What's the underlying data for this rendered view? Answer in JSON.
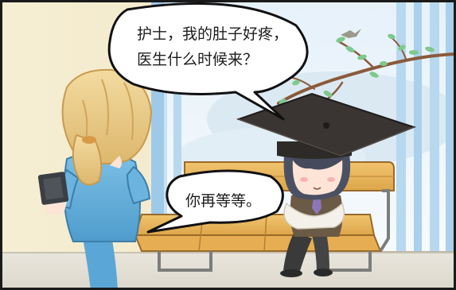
{
  "bubbles": {
    "patient": {
      "line1": "护士，我的肚子好疼，",
      "line2": "医生什么时候来？"
    },
    "nurse": {
      "line1": "你再等等。"
    }
  }
}
